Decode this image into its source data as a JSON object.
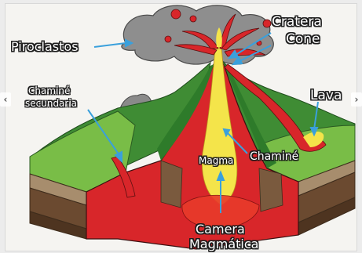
{
  "labels": {
    "piroclastos": "Piroclastos",
    "cratera": "Cratera",
    "cone": "Cone",
    "chamine_secundaria_1": "Chaminé",
    "chamine_secundaria_2": "secundaria",
    "lava": "Lava",
    "magma": "Magma",
    "chamine": "Chaminé",
    "camera_1": "Camera",
    "camera_2": "Magmática"
  },
  "colors": {
    "grass_dark": "#2f7d2a",
    "grass_light": "#7cc24a",
    "lava_red": "#d8262a",
    "magma_yellow": "#f4e44a",
    "smoke_gray": "#8f8f8f",
    "soil_brown": "#7a5a3e",
    "arrow_blue": "#3aa0dc"
  }
}
